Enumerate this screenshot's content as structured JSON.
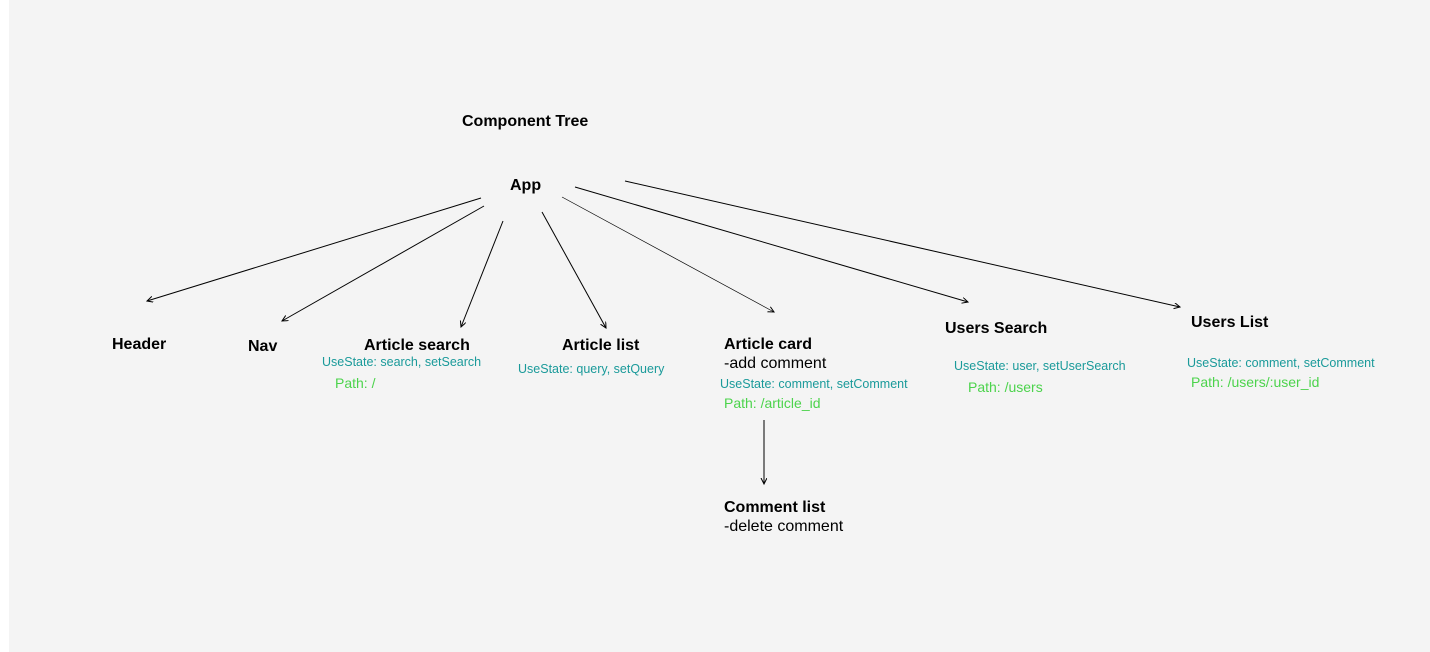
{
  "title": "Component Tree",
  "root": {
    "label": "App"
  },
  "nodes": {
    "header": {
      "label": "Header"
    },
    "nav": {
      "label": "Nav"
    },
    "article_search": {
      "label": "Article search",
      "state": "UseState: search, setSearch",
      "path": "Path: /"
    },
    "article_list": {
      "label": "Article list",
      "state": "UseState: query, setQuery"
    },
    "article_card": {
      "label": "Article card",
      "note": "-add comment",
      "state": "UseState: comment, setComment",
      "path": "Path: /article_id"
    },
    "users_search": {
      "label": "Users Search",
      "state": "UseState: user, setUserSearch",
      "path": "Path: /users"
    },
    "users_list": {
      "label": "Users List",
      "state": "UseState: comment, setComment",
      "path": "Path: /users/:user_id"
    },
    "comment_list": {
      "label": "Comment list",
      "note": "-delete comment"
    }
  },
  "edges": [
    {
      "from": "App",
      "to": "Header"
    },
    {
      "from": "App",
      "to": "Nav"
    },
    {
      "from": "App",
      "to": "Article search"
    },
    {
      "from": "App",
      "to": "Article list"
    },
    {
      "from": "App",
      "to": "Article card"
    },
    {
      "from": "App",
      "to": "Users Search"
    },
    {
      "from": "App",
      "to": "Users List"
    },
    {
      "from": "Article card",
      "to": "Comment list"
    }
  ],
  "colors": {
    "background": "#f4f4f4",
    "state_text": "#1a9a9a",
    "path_text": "#4cd34c",
    "edge": "#000000"
  }
}
